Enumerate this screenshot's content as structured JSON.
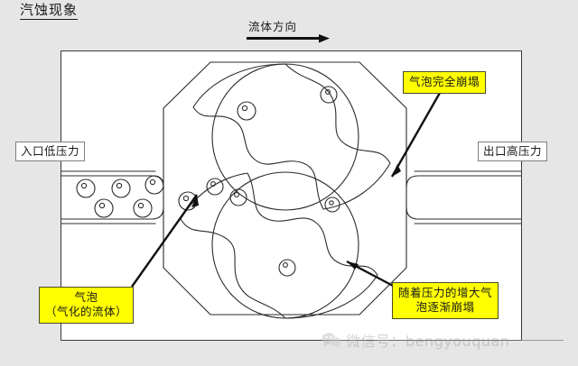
{
  "page": {
    "title": "汽蚀现象",
    "background_color": "#e6e6e6",
    "panel_color": "#ffffff"
  },
  "flow": {
    "label": "流体方向",
    "arrow_icon": "arrow-right-icon",
    "direction": "left-to-right"
  },
  "pressure_labels": {
    "inlet": "入口低压力",
    "outlet": "出口高压力"
  },
  "callouts": [
    {
      "id": "collapse-complete",
      "lines": [
        "气泡完全崩塌"
      ],
      "color": "#ffff00",
      "points_to": "outlet-throat"
    },
    {
      "id": "bubble",
      "lines": [
        "气泡",
        "（气化的流体）"
      ],
      "color": "#ffff00",
      "points_to": "inlet-bubble"
    },
    {
      "id": "gradual-collapse",
      "lines": [
        "随着压力的增大气",
        "泡逐渐崩塌"
      ],
      "color": "#ffff00",
      "points_to": "lower-rotor-bubble"
    }
  ],
  "diagram": {
    "type": "pump-cavitation-cross-section",
    "housing_shape": "octagon",
    "rotors": [
      {
        "name": "upper-rotor",
        "lobes": 3,
        "bubbles": 2
      },
      {
        "name": "lower-rotor",
        "lobes": 3,
        "bubbles": 2
      }
    ],
    "inlet_pipe": {
      "side": "left",
      "bubble_count": 7
    },
    "outlet_pipe": {
      "side": "right",
      "bubble_count": 0
    }
  },
  "watermark": {
    "text": "微信号：bengyouquan",
    "icon": "wechat-icon"
  }
}
